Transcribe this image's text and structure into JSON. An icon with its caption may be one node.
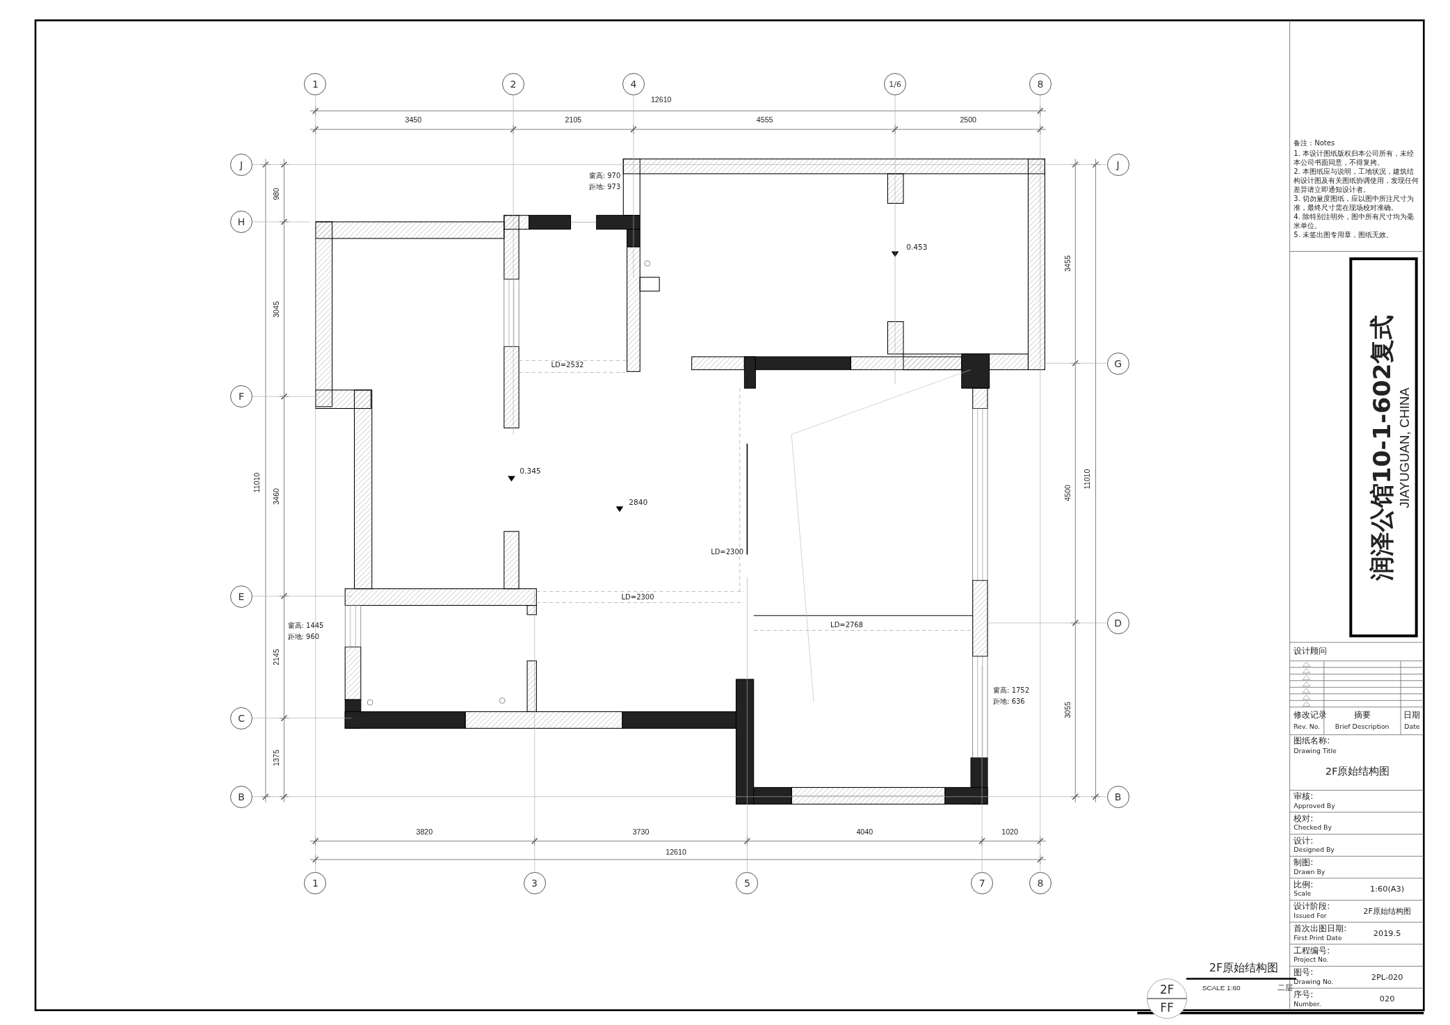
{
  "diagram": {
    "nodes": [
      {
        "text": [
          "1"
        ]
      },
      {
        "text": [
          "2"
        ]
      },
      {
        "text": [
          "4"
        ]
      },
      {
        "text": [
          "1/6"
        ]
      },
      {
        "text": [
          "8"
        ]
      },
      {
        "text": [
          "J"
        ]
      },
      {
        "text": [
          "H"
        ]
      },
      {
        "text": [
          "F"
        ]
      },
      {
        "text": [
          "E"
        ]
      },
      {
        "text": [
          "C"
        ]
      },
      {
        "text": [
          "B"
        ]
      },
      {
        "text": [
          "J"
        ]
      },
      {
        "text": [
          "G"
        ]
      },
      {
        "text": [
          "D"
        ]
      },
      {
        "text": [
          "B"
        ]
      },
      {
        "text": [
          "1"
        ]
      },
      {
        "text": [
          "3"
        ]
      },
      {
        "text": [
          "5"
        ]
      },
      {
        "text": [
          "7"
        ]
      },
      {
        "text": [
          "8"
        ]
      },
      {
        "text": [
          "2F",
          "FF"
        ]
      }
    ],
    "edges": [
      {
        "from": 0,
        "to": 15,
        "arrow": "none"
      },
      {
        "from": 4,
        "to": 19,
        "arrow": "none"
      },
      {
        "from": 5,
        "to": 11,
        "arrow": "none"
      },
      {
        "from": 10,
        "to": 14,
        "arrow": "none"
      },
      {
        "from": 1,
        "to": null,
        "arrow": "none"
      },
      {
        "from": 2,
        "to": null,
        "arrow": "none"
      },
      {
        "from": 3,
        "to": null,
        "arrow": "none"
      },
      {
        "from": 6,
        "to": null,
        "arrow": "none"
      },
      {
        "from": 7,
        "to": null,
        "arrow": "none"
      },
      {
        "from": 8,
        "to": null,
        "arrow": "none"
      },
      {
        "from": 9,
        "to": null,
        "arrow": "none"
      },
      {
        "from": 12,
        "to": null,
        "arrow": "none"
      },
      {
        "from": 13,
        "to": null,
        "arrow": "none"
      },
      {
        "from": 16,
        "to": null,
        "arrow": "none"
      },
      {
        "from": 17,
        "to": null,
        "arrow": "none"
      },
      {
        "from": 18,
        "to": null,
        "arrow": "none"
      }
    ],
    "labels": [
      "润泽公馆10-1-602复式",
      "JIAYUGUAN, CHINA",
      "备注：Notes",
      "1. 本设计图纸版权归本公司所有，未经本公司书面同意，不得复拷。",
      "2. 本图纸应与说明，工地状况，建筑结构设计图及有关图纸协调使用，发现任何差异请立即通知设计者。",
      "3. 切勿量度图纸，应以图中所注尺寸为准，最终尺寸需在现场校对准确。",
      "4. 除特别注明外，图中所有尺寸均为毫米单位。",
      "5. 未签出图专用章，图纸无效。",
      "12610",
      "3450",
      "2105",
      "4555",
      "2500",
      "窗高: 970",
      "距地: 973",
      "0.453",
      "980",
      "3045",
      "3460",
      "2145",
      "1375",
      "11010",
      "3455",
      "4500",
      "3055",
      "11010",
      "LD=2532",
      "0.345",
      "2840",
      "LD=2300",
      "LD=2300",
      "LD=2768",
      "窗高: 1445",
      "距地: 960",
      "窗高: 1752",
      "距地: 636",
      "3820",
      "3730",
      "4040",
      "1020",
      "12610",
      "设计顾问",
      "修改记录",
      "Rev. No.",
      "摘要",
      "Brief Description",
      "日期",
      "Date",
      "图纸名称:",
      "Drawing Title",
      "2F原始结构图",
      "审核:",
      "Approved By",
      "校对:",
      "Checked By",
      "设计:",
      "Designed By",
      "制图:",
      "Drawn By",
      "比例:",
      "Scale",
      "1:60(A3)",
      "设计阶段:",
      "Issued For",
      "2F原始结构图",
      "首次出图日期:",
      "First Print Date",
      "2019.5",
      "工程编号:",
      "Project No.",
      "图号:",
      "Drawing No.",
      "2PL-020",
      "序号:",
      "Number.",
      "020",
      "2F原始结构图",
      "SCALE 1:60",
      "二层"
    ]
  }
}
